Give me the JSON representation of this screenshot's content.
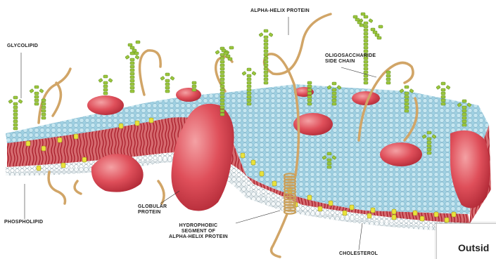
{
  "diagram": {
    "labels": {
      "glycolipid": "GLYCOLIPID",
      "alpha_helix_protein": "ALPHA-HELIX PROTEIN",
      "oligosaccharide_side_chain": "OLIGOSACCHARIDE\nSIDE CHAIN",
      "phospholipid": "PHOSPHOLIPID",
      "globular_protein": "GLOBULAR\nPROTEIN",
      "hydrophobic_segment": "HYDROPHOBIC\nSEGMENT OF\nALPHA-HELIX PROTEIN",
      "cholesterol": "CHOLESTEROL"
    },
    "corner_label": "Outsid",
    "colors": {
      "head_blue": "#a9d8e8",
      "head_grey": "#e9eef0",
      "tail_red": "#c4343c",
      "cholesterol_yellow": "#e9e23c",
      "protein_red": "#df4f5a",
      "chain_tan": "#d1a567",
      "sugar_green": "#9bc63c"
    }
  }
}
